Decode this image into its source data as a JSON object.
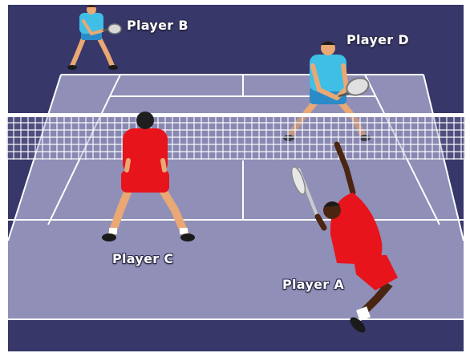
{
  "players": {
    "a": {
      "label": "Player A",
      "shirt": "red"
    },
    "b": {
      "label": "Player B",
      "shirt": "blue"
    },
    "c": {
      "label": "Player C",
      "shirt": "red"
    },
    "d": {
      "label": "Player D",
      "shirt": "blue"
    }
  },
  "colors": {
    "background": "#37376a",
    "court": "#8f8fb8",
    "court_lines": "#ffffff",
    "net": "#ffffff",
    "red_team": "#e8141c",
    "blue_team": "#3fbfe6",
    "skin_light": "#e9a874",
    "skin_dark": "#4a2612",
    "shorts_blue": "#2a8bc8",
    "shoes": "#1a1a1a",
    "frame": "#ffffff"
  }
}
